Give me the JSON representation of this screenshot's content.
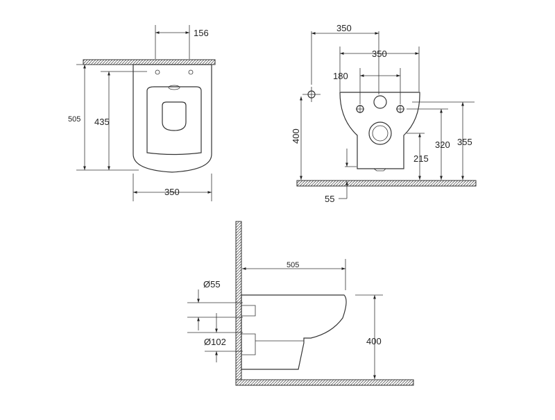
{
  "drawing": {
    "top_view": {
      "width_top": "156",
      "total_depth": "505",
      "seat_depth": "435",
      "width_bottom": "350"
    },
    "front_view": {
      "overall_width": "350",
      "bowl_width": "350",
      "bolt_spacing": "180",
      "height_400": "400",
      "height_320": "320",
      "height_355": "355",
      "height_215": "215",
      "gap_55": "55"
    },
    "side_view": {
      "projection": "505",
      "diameter_55": "Ø55",
      "diameter_102": "Ø102",
      "height_400": "400"
    }
  }
}
